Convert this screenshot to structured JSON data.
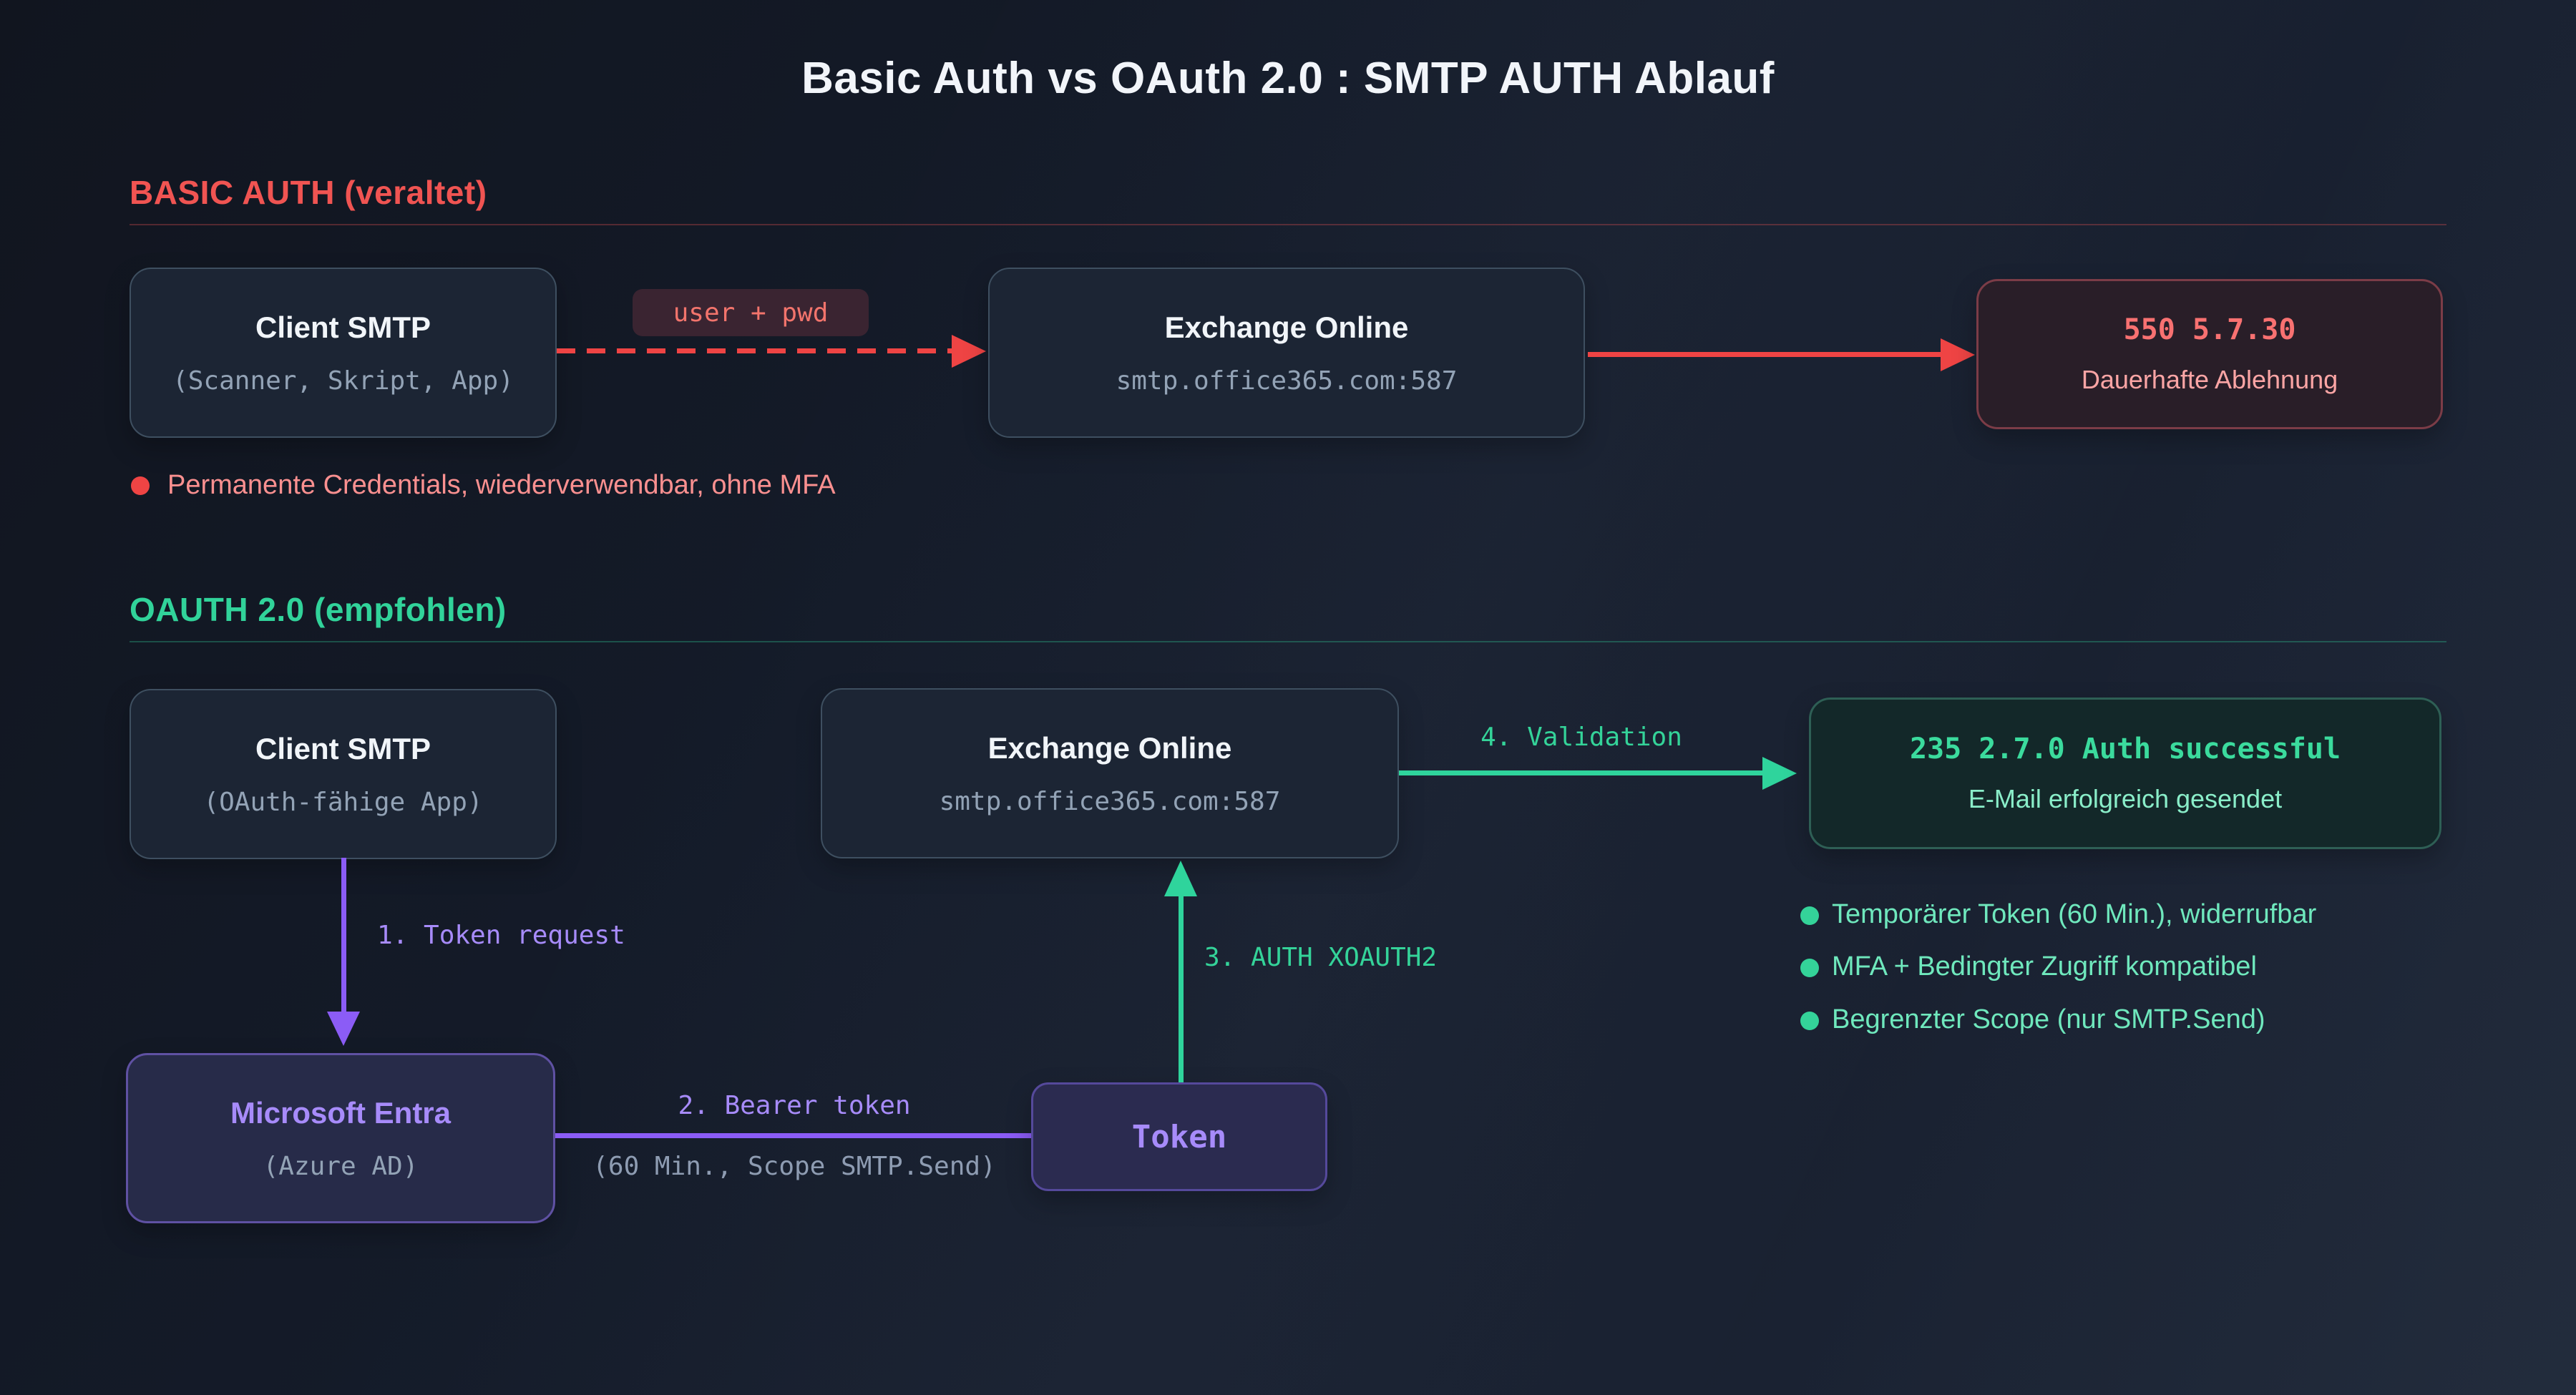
{
  "title": "Basic Auth vs OAuth 2.0 : SMTP AUTH Ablauf",
  "colors": {
    "red": "#ef4444",
    "green": "#2fd49c",
    "purple": "#8b5cf6",
    "background": "#141b29"
  },
  "basic": {
    "heading": "BASIC AUTH (veraltet)",
    "client": {
      "title": "Client SMTP",
      "subtitle": "(Scanner, Skript, App)"
    },
    "credentials_label": "user + pwd",
    "exchange": {
      "title": "Exchange Online",
      "subtitle": "smtp.office365.com:587"
    },
    "result": {
      "code": "550 5.7.30",
      "text": "Dauerhafte Ablehnung"
    },
    "note": "Permanente Credentials, wiederverwendbar, ohne MFA"
  },
  "oauth": {
    "heading": "OAUTH 2.0 (empfohlen)",
    "client": {
      "title": "Client SMTP",
      "subtitle": "(OAuth-fähige App)"
    },
    "exchange": {
      "title": "Exchange Online",
      "subtitle": "smtp.office365.com:587"
    },
    "entra": {
      "title": "Microsoft Entra",
      "subtitle": "(Azure AD)"
    },
    "token_label": "Token",
    "steps": {
      "step1": "1. Token request",
      "step2": "2. Bearer token",
      "step2_detail": "(60 Min., Scope SMTP.Send)",
      "step3": "3. AUTH XOAUTH2",
      "step4": "4. Validation"
    },
    "result": {
      "code": "235 2.7.0 Auth successful",
      "text": "E-Mail erfolgreich gesendet"
    },
    "notes": [
      "Temporärer Token (60 Min.), widerrufbar",
      "MFA + Bedingter Zugriff kompatibel",
      "Begrenzter Scope (nur SMTP.Send)"
    ]
  }
}
